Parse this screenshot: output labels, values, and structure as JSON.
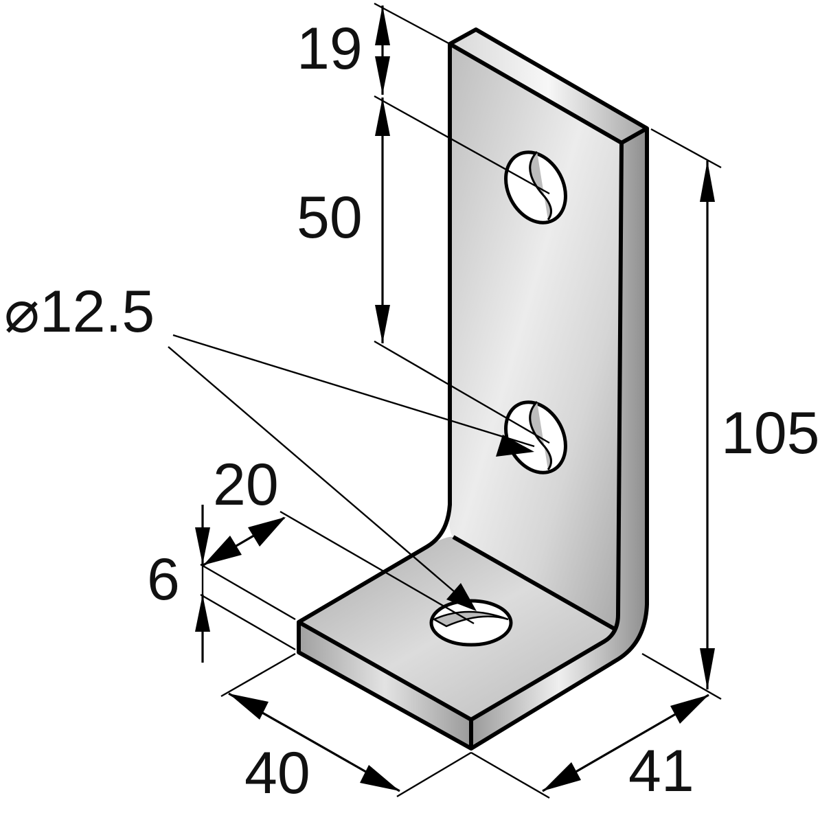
{
  "dimensions": {
    "hole_spacing_top": "19",
    "hole_spacing_middle": "50",
    "hole_diameter": "⌀12.5",
    "total_height": "105",
    "foot_hole_offset": "20",
    "thickness": "6",
    "foot_length": "40",
    "width": "41"
  },
  "colors": {
    "metal_light": "#f1f1f1",
    "metal_mid": "#c9c9c9",
    "metal_dark": "#8a8a8a",
    "outline": "#000000"
  }
}
